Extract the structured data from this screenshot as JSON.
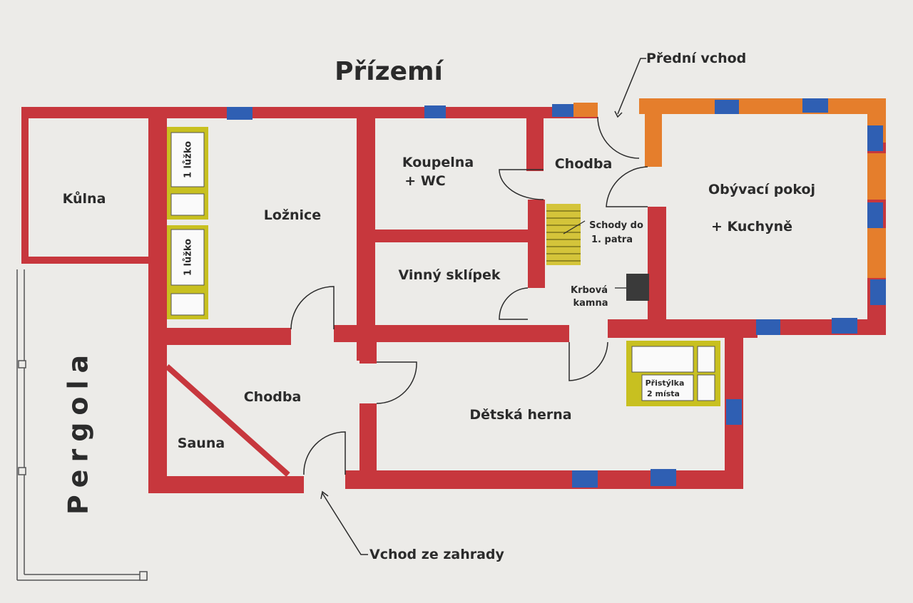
{
  "title": "Přízemí",
  "colors": {
    "background": "#ecebe8",
    "wall": "#c7373d",
    "wall_orange": "#e57e2c",
    "window": "#2f5fb3",
    "furniture": "#c8c020",
    "stairs": "#d4c43a",
    "stove": "#3a3a3a",
    "text": "#2b2b2b"
  },
  "rooms": {
    "kulna": "Kůlna",
    "loznice": "Ložnice",
    "koupelna_line1": "Koupelna",
    "koupelna_line2": "+ WC",
    "chodba_top": "Chodba",
    "obyvaci_line1": "Obývací pokoj",
    "obyvaci_line2": "+ Kuchyně",
    "vinny_sklipek": "Vinný sklípek",
    "detska_herna": "Dětská herna",
    "chodba_bottom": "Chodba",
    "sauna": "Sauna",
    "pergola": "Pergola"
  },
  "annotations": {
    "predni_vchod": "Přední vchod",
    "vchod_ze_zahrady": "Vchod ze zahrady",
    "schody_line1": "Schody do",
    "schody_line2": "1. patra",
    "krbova_line1": "Krbová",
    "krbova_line2": "kamna"
  },
  "furniture": {
    "bed_1": "1 lůžko",
    "bed_2": "1 lůžko",
    "pristylka_line1": "Přistýlka",
    "pristylka_line2": "2 místa"
  }
}
